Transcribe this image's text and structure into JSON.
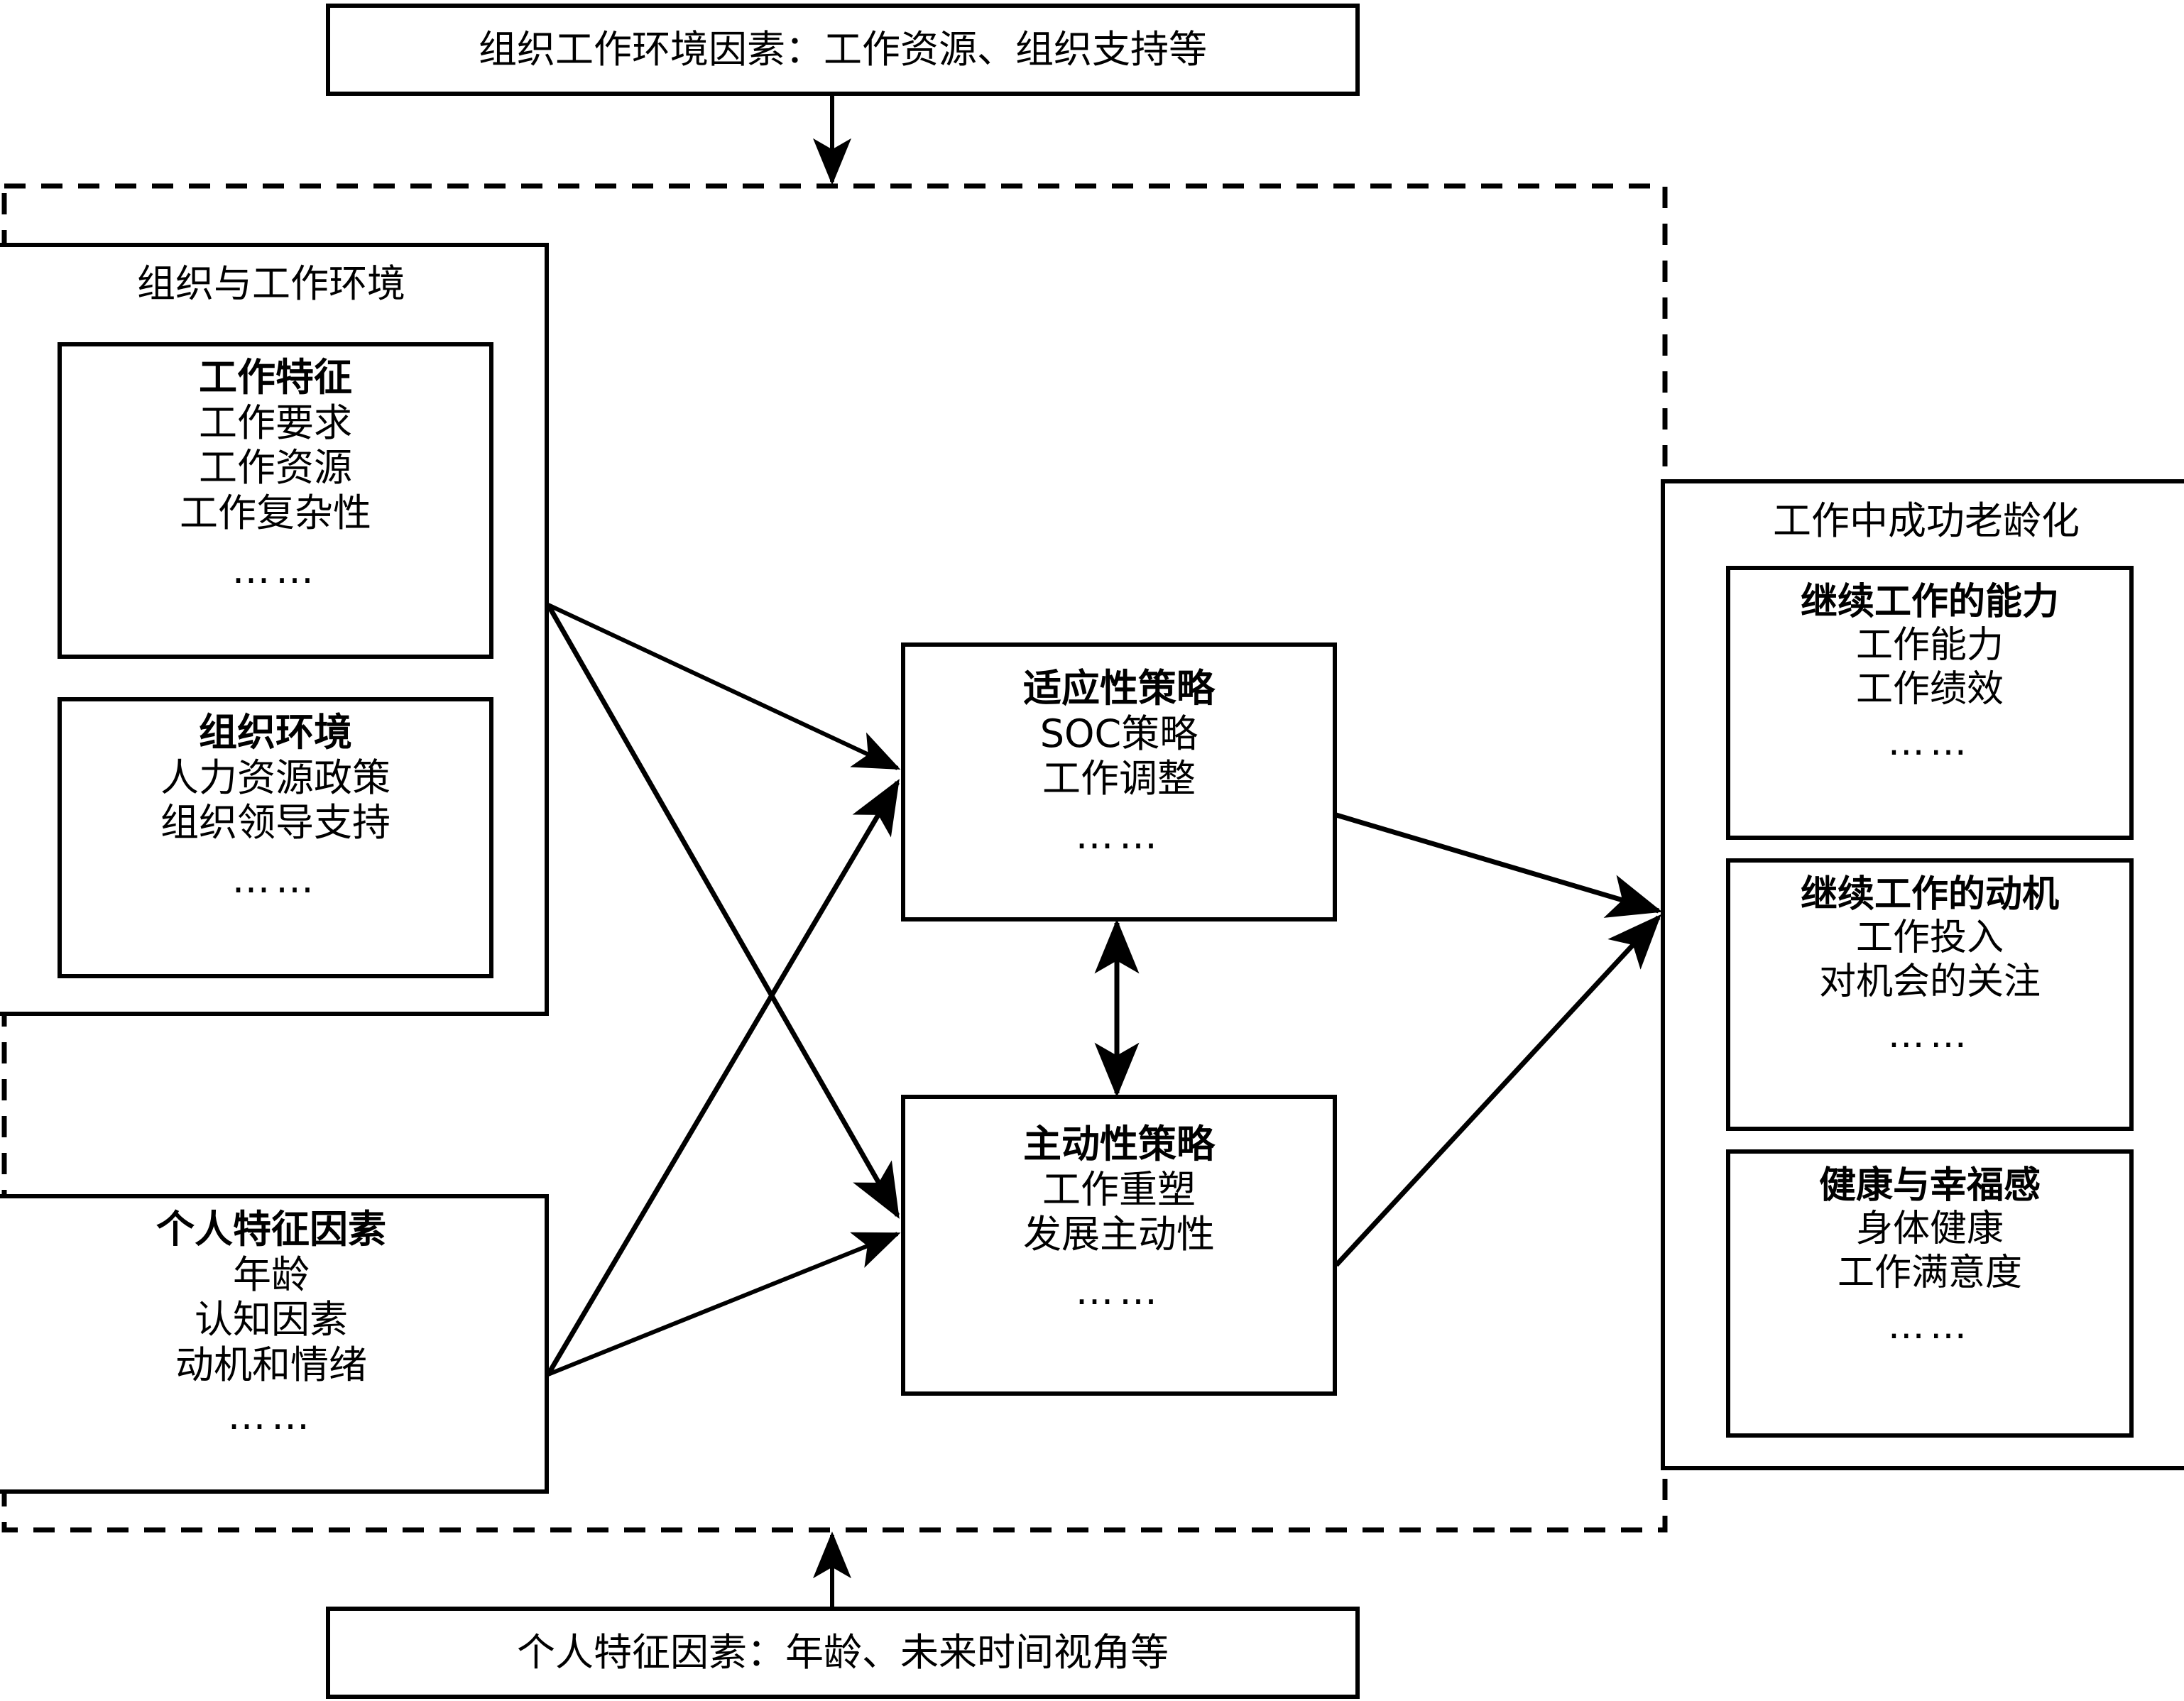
{
  "figure": {
    "type": "conceptual-framework-diagram",
    "language": "zh-CN",
    "stroke_color": "#000000",
    "background_color": "#ffffff"
  },
  "top_context_box": {
    "label": "组织工作环境因素：工作资源、组织支持等"
  },
  "bottom_context_box": {
    "label": "个人特征因素：年龄、未来时间视角等"
  },
  "left_panel": {
    "header": "组织与工作环境",
    "sub_boxes": [
      {
        "title": "工作特征",
        "items": [
          "工作要求",
          "工作资源",
          "工作复杂性"
        ],
        "ellipsis": "……"
      },
      {
        "title": "组织环境",
        "items": [
          "人力资源政策",
          "组织领导支持"
        ],
        "ellipsis": "……"
      }
    ]
  },
  "individual_box": {
    "title": "个人特征因素",
    "items": [
      "年龄",
      "认知因素",
      "动机和情绪"
    ],
    "ellipsis": "……"
  },
  "middle_boxes": [
    {
      "title": "适应性策略",
      "items": [
        "SOC策略",
        "工作调整"
      ],
      "ellipsis": "……"
    },
    {
      "title": "主动性策略",
      "items": [
        "工作重塑",
        "发展主动性"
      ],
      "ellipsis": "……"
    }
  ],
  "right_panel": {
    "header": "工作中成功老龄化",
    "sub_boxes": [
      {
        "title": "继续工作的能力",
        "items": [
          "工作能力",
          "工作绩效"
        ],
        "ellipsis": "……"
      },
      {
        "title": "继续工作的动机",
        "items": [
          "工作投入",
          "对机会的关注"
        ],
        "ellipsis": "……"
      },
      {
        "title": "健康与幸福感",
        "items": [
          "身体健康",
          "工作满意度"
        ],
        "ellipsis": "……"
      }
    ]
  },
  "connections": [
    {
      "name": "top-context-to-model",
      "from": "组织工作环境因素：工作资源、组织支持等",
      "to": "模型边界",
      "style": "solid",
      "arrow": "single-down"
    },
    {
      "name": "bottom-context-to-model",
      "from": "个人特征因素：年龄、未来时间视角等",
      "to": "模型边界",
      "style": "solid",
      "arrow": "single-up"
    },
    {
      "name": "org-to-adaptive",
      "from": "组织与工作环境",
      "to": "适应性策略",
      "style": "solid",
      "arrow": "single"
    },
    {
      "name": "org-to-proactive",
      "from": "组织与工作环境",
      "to": "主动性策略",
      "style": "solid",
      "arrow": "single"
    },
    {
      "name": "individual-to-adaptive",
      "from": "个人特征因素",
      "to": "适应性策略",
      "style": "solid",
      "arrow": "single"
    },
    {
      "name": "individual-to-proactive",
      "from": "个人特征因素",
      "to": "主动性策略",
      "style": "solid",
      "arrow": "single"
    },
    {
      "name": "adaptive-proactive-bidirectional",
      "from": "适应性策略",
      "to": "主动性策略",
      "style": "solid",
      "arrow": "double"
    },
    {
      "name": "adaptive-to-outcomes",
      "from": "适应性策略",
      "to": "工作中成功老龄化",
      "style": "solid",
      "arrow": "single"
    },
    {
      "name": "proactive-to-outcomes",
      "from": "主动性策略",
      "to": "工作中成功老龄化",
      "style": "solid",
      "arrow": "single"
    }
  ]
}
